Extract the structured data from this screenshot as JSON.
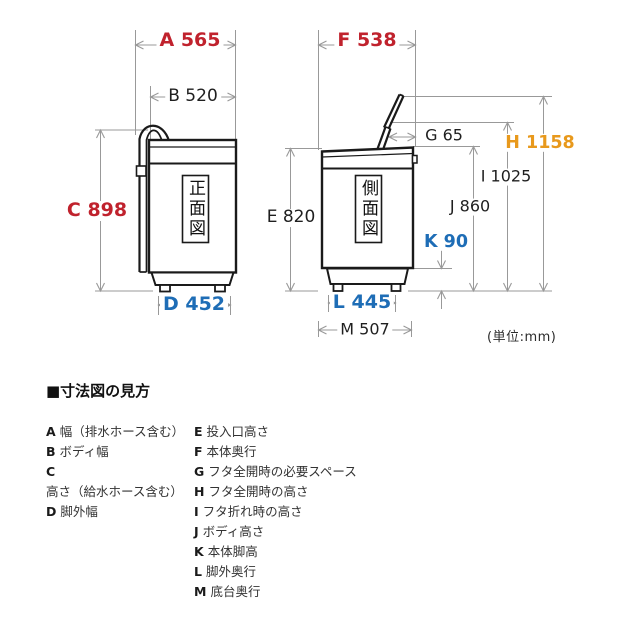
{
  "colors": {
    "red": "#c0222d",
    "blue": "#1e6db6",
    "orange": "#e8991c",
    "red-light": "#d9655e",
    "blue-light": "#6b95ca",
    "orange-light": "#eda85a",
    "line": "#999999",
    "ink": "#1a1a1a",
    "text": "#333333"
  },
  "unit_note": "(単位:mm)",
  "views": {
    "front": "正面図",
    "side": "側面図"
  },
  "dims": {
    "a": "A 565",
    "b": "B 520",
    "c": "C 898",
    "d": "D 452",
    "e": "E 820",
    "f": "F 538",
    "g": "G 65",
    "h": "H 1158",
    "i": "I 1025",
    "j": "J 860",
    "k": "K 90",
    "l": "L 445",
    "m": "M 507"
  },
  "legend": {
    "heading": "■寸法図の見方",
    "left": [
      {
        "key": "A",
        "desc": "幅（排水ホース含む）",
        "tone": "red"
      },
      {
        "key": "B",
        "desc": "ボディ幅",
        "tone": "black"
      },
      {
        "key": "C",
        "desc": "高さ（給水ホース含む）",
        "tone": "red"
      },
      {
        "key": "D",
        "desc": "脚外幅",
        "tone": "blue"
      }
    ],
    "right": [
      {
        "key": "E",
        "desc": "投入口高さ",
        "tone": "black"
      },
      {
        "key": "F",
        "desc": "本体奥行",
        "tone": "red"
      },
      {
        "key": "G",
        "desc": "フタ全開時の必要スペース",
        "tone": "black"
      },
      {
        "key": "H",
        "desc": "フタ全開時の高さ",
        "tone": "orange"
      },
      {
        "key": "I",
        "desc": "フタ折れ時の高さ",
        "tone": "black"
      },
      {
        "key": "J",
        "desc": "ボディ高さ",
        "tone": "black"
      },
      {
        "key": "K",
        "desc": "本体脚高",
        "tone": "blue"
      },
      {
        "key": "L",
        "desc": "脚外奥行",
        "tone": "blue"
      },
      {
        "key": "M",
        "desc": "底台奥行",
        "tone": "black"
      }
    ]
  }
}
